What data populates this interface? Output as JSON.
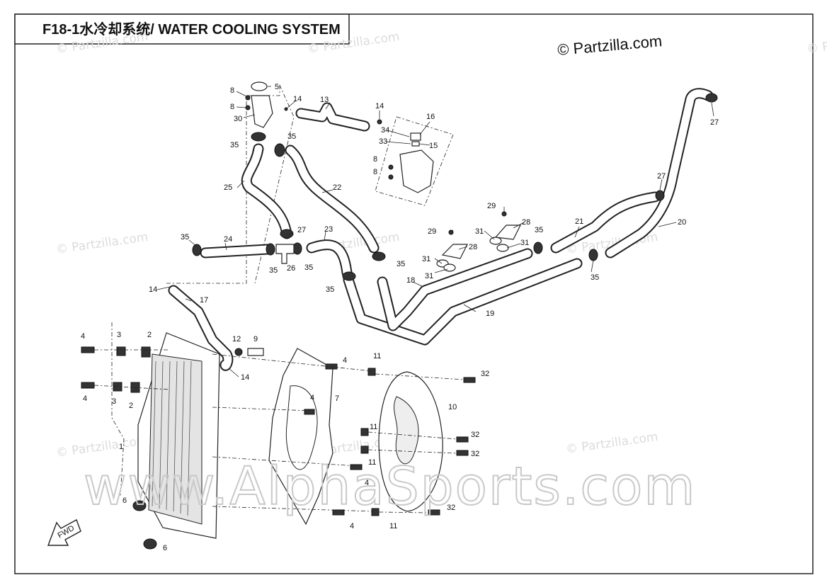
{
  "header": {
    "title": "F18-1水冷却系统/ WATER COOLING SYSTEM",
    "copyright": "© Partzilla.com"
  },
  "watermarks": {
    "ghost_text": "© Partzilla.com",
    "site": "www.AlphaSports.com"
  },
  "callouts": {
    "c1": "1",
    "c2a": "2",
    "c2b": "2",
    "c3a": "3",
    "c3b": "3",
    "c4a": "4",
    "c4b": "4",
    "c4c": "4",
    "c4d": "4",
    "c4e": "4",
    "c4f": "4",
    "c5": "5",
    "c6a": "6",
    "c6b": "6",
    "c7": "7",
    "c8a": "8",
    "c8b": "8",
    "c8c": "8",
    "c8d": "8",
    "c9": "9",
    "c10": "10",
    "c11a": "11",
    "c11b": "11",
    "c11c": "11",
    "c11d": "11",
    "c12": "12",
    "c13": "13",
    "c14a": "14",
    "c14b": "14",
    "c14c": "14",
    "c14d": "14",
    "c15": "15",
    "c16": "16",
    "c17": "17",
    "c18": "18",
    "c19": "19",
    "c20": "20",
    "c21": "21",
    "c22": "22",
    "c23": "23",
    "c24": "24",
    "c25": "25",
    "c26": "26",
    "c27a": "27",
    "c27b": "27",
    "c27c": "27",
    "c28a": "28",
    "c28b": "28",
    "c29a": "29",
    "c29b": "29",
    "c30": "30",
    "c31a": "31",
    "c31b": "31",
    "c31c": "31",
    "c31d": "31",
    "c32a": "32",
    "c32b": "32",
    "c32c": "32",
    "c32d": "32",
    "c33": "33",
    "c34": "34",
    "c35a": "35",
    "c35b": "35",
    "c35c": "35",
    "c35d": "35",
    "c35e": "35",
    "c35f": "35",
    "c35g": "35",
    "c35h": "35",
    "c35i": "35",
    "fwd": "FWD"
  }
}
